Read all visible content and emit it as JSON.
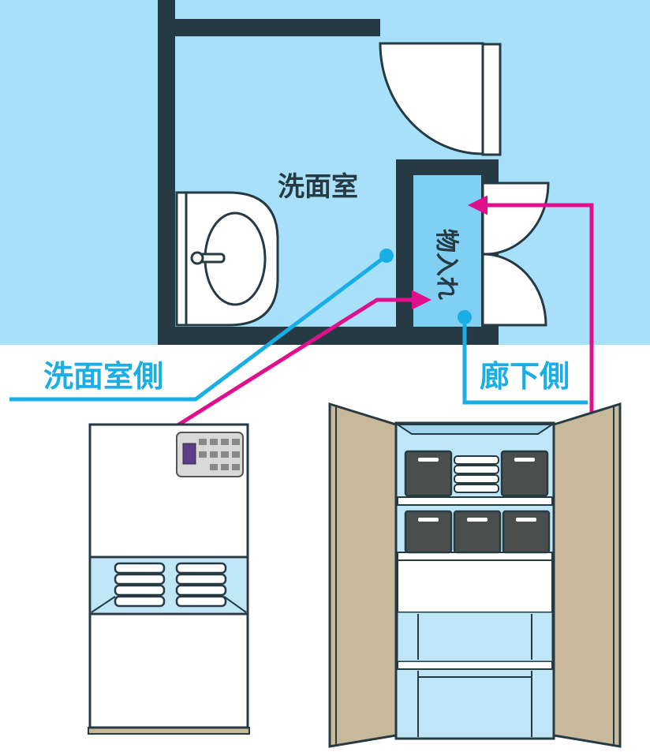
{
  "labels": {
    "room": "洗面室",
    "storage": "物入れ",
    "washroom_side": "洗面室側",
    "corridor_side": "廊下側"
  },
  "colors": {
    "floor": "#a8e0fa",
    "wall": "#263a44",
    "storage_fill": "#7fd0f2",
    "blue_line": "#1aaee6",
    "magenta_arrow": "#e0108c",
    "door_wood": "#c9b99b",
    "box_gray": "#4a4f4d",
    "cabinet_inner": "#bfe6f7"
  },
  "icons": {
    "sink": "washbasin-icon",
    "doors": "door-swing-icon",
    "panel": "control-panel-icon",
    "towels": "towel-stack-icon",
    "boxes": "storage-box-icon"
  }
}
